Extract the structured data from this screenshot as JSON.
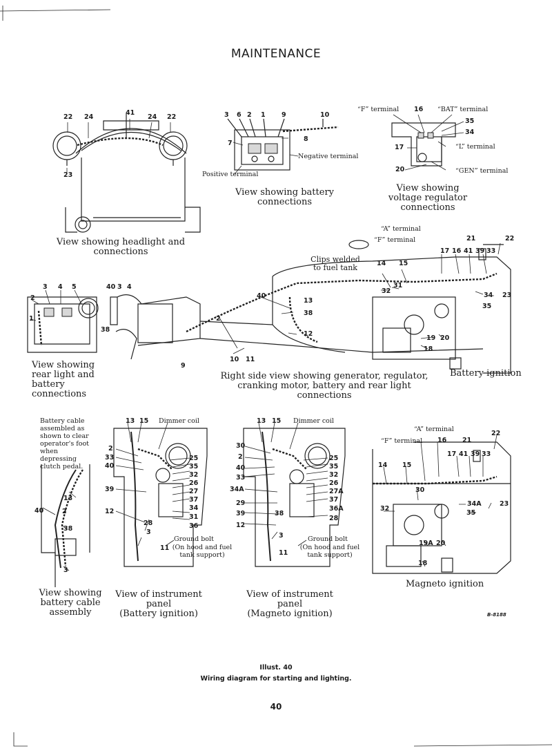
{
  "header": {
    "title": "MAINTENANCE"
  },
  "views": {
    "headlight": {
      "caption": "View showing headlight and connections",
      "callouts": [
        "22",
        "24",
        "41",
        "24",
        "22",
        "23"
      ]
    },
    "battery": {
      "caption": "View showing battery connections",
      "callouts": [
        "3",
        "6",
        "2",
        "1",
        "9",
        "10",
        "7",
        "8"
      ],
      "negative_label": "Negative terminal",
      "positive_label": "Positive terminal"
    },
    "regulator": {
      "caption": "View showing voltage regulator connections",
      "f_terminal": "“F” terminal",
      "bat_terminal": "“BAT” terminal",
      "l_terminal": "“L” terminal",
      "gen_terminal": "“GEN” terminal",
      "callouts": [
        "16",
        "35",
        "34",
        "17",
        "20"
      ]
    },
    "rear_light": {
      "caption": "View showing rear light and battery connections",
      "callouts": [
        "3",
        "4",
        "5",
        "2",
        "1"
      ]
    },
    "right_side": {
      "caption": "Right side view showing generator, regulator, cranking motor, battery and rear light connections",
      "clips_label": "Clips welded to fuel tank",
      "a_terminal": "“A” terminal",
      "f_terminal": "“F” terminal",
      "battery_ignition": "Battery ignition",
      "callouts": [
        "40",
        "3",
        "4",
        "38",
        "9",
        "2",
        "40",
        "13",
        "38",
        "12",
        "10",
        "11",
        "14",
        "15",
        "17",
        "16",
        "41",
        "39",
        "33",
        "21",
        "22",
        "31",
        "32",
        "34",
        "23",
        "35",
        "19",
        "20",
        "18"
      ]
    },
    "cable_assembly": {
      "note": "Battery cable assembled as shown to clear operator's foot when depressing clutch pedal.",
      "caption": "View showing battery cable assembly",
      "callouts": [
        "13",
        "40",
        "2",
        "38",
        "3"
      ]
    },
    "panel_battery": {
      "caption_line1": "View of instrument",
      "caption_line2": "panel",
      "caption_line3": "(Battery ignition)",
      "dimmer": "Dimmer coil",
      "ground_bolt": "Ground bolt",
      "ground_note": "(On hood and fuel tank support)",
      "callouts_left": [
        "13",
        "15",
        "2",
        "33",
        "40",
        "39",
        "12",
        "28",
        "3",
        "11"
      ],
      "callouts_right": [
        "25",
        "35",
        "32",
        "26",
        "27",
        "37",
        "34",
        "31",
        "36"
      ]
    },
    "panel_magneto": {
      "caption_line1": "View of instrument",
      "caption_line2": "panel",
      "caption_line3": "(Magneto ignition)",
      "dimmer": "Dimmer coil",
      "ground_bolt": "Ground bolt",
      "ground_note": "(On hood and fuel tank support)",
      "callouts_left": [
        "13",
        "15",
        "30",
        "2",
        "40",
        "33",
        "34A",
        "29",
        "39",
        "12",
        "38",
        "3",
        "11"
      ],
      "callouts_right": [
        "25",
        "35",
        "32",
        "26",
        "27A",
        "37",
        "36A",
        "28"
      ]
    },
    "magneto": {
      "caption": "Magneto ignition",
      "a_terminal": "“A” terminal",
      "f_terminal": "“F” terminal",
      "callouts": [
        "22",
        "16",
        "21",
        "14",
        "15",
        "17",
        "41",
        "39",
        "33",
        "30",
        "32",
        "34A",
        "35",
        "23",
        "19A",
        "20",
        "18"
      ]
    }
  },
  "ref_code": "B-8188",
  "figure": {
    "number": "Illust. 40",
    "caption": "Wiring diagram for starting and lighting."
  },
  "page_number": "40"
}
